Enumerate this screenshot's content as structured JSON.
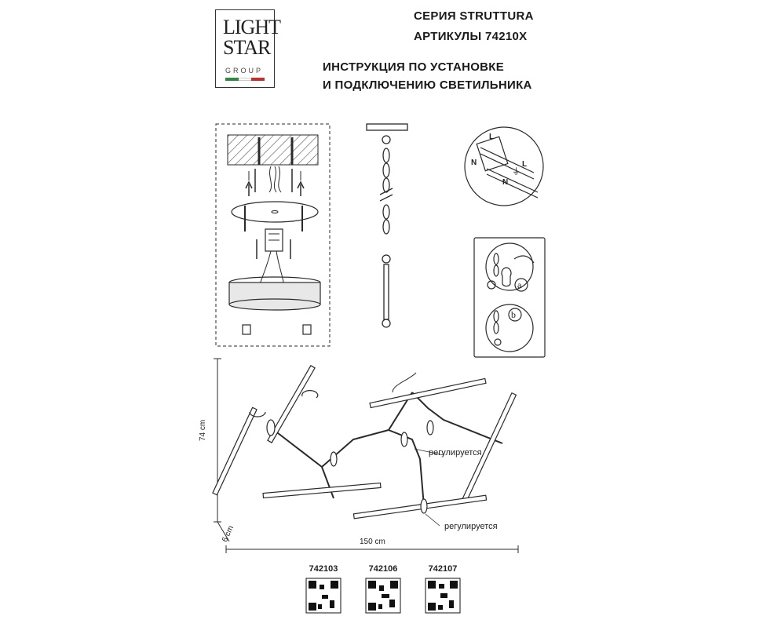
{
  "logo": {
    "line1": "LIGHT",
    "line2": "STAR",
    "line3": "GROUP",
    "flag_colors": [
      "#2e8b3d",
      "#ffffff",
      "#cc2b2b"
    ]
  },
  "header": {
    "series": "СЕРИЯ STRUTTURA",
    "articles": "АРТИКУЛЫ 74210X",
    "instruction_line1": "ИНСТРУКЦИЯ ПО УСТАНОВКЕ",
    "instruction_line2": "И ПОДКЛЮЧЕНИЮ СВЕТИЛЬНИКА"
  },
  "wiring": {
    "L_label": "L",
    "N_label": "N",
    "earth_symbol": "⏚"
  },
  "chain_detail": {
    "a_label": "a",
    "b_label": "b"
  },
  "dimensions": {
    "height": "74 cm",
    "depth": "6 cm",
    "width": "150 cm"
  },
  "notes": {
    "adjustable_1": "регулируется",
    "adjustable_2": "регулируется"
  },
  "qr_codes": [
    {
      "label": "742103"
    },
    {
      "label": "742106"
    },
    {
      "label": "742107"
    }
  ],
  "colors": {
    "line": "#2a2a2a",
    "hatch": "#555555",
    "bg": "#ffffff"
  }
}
